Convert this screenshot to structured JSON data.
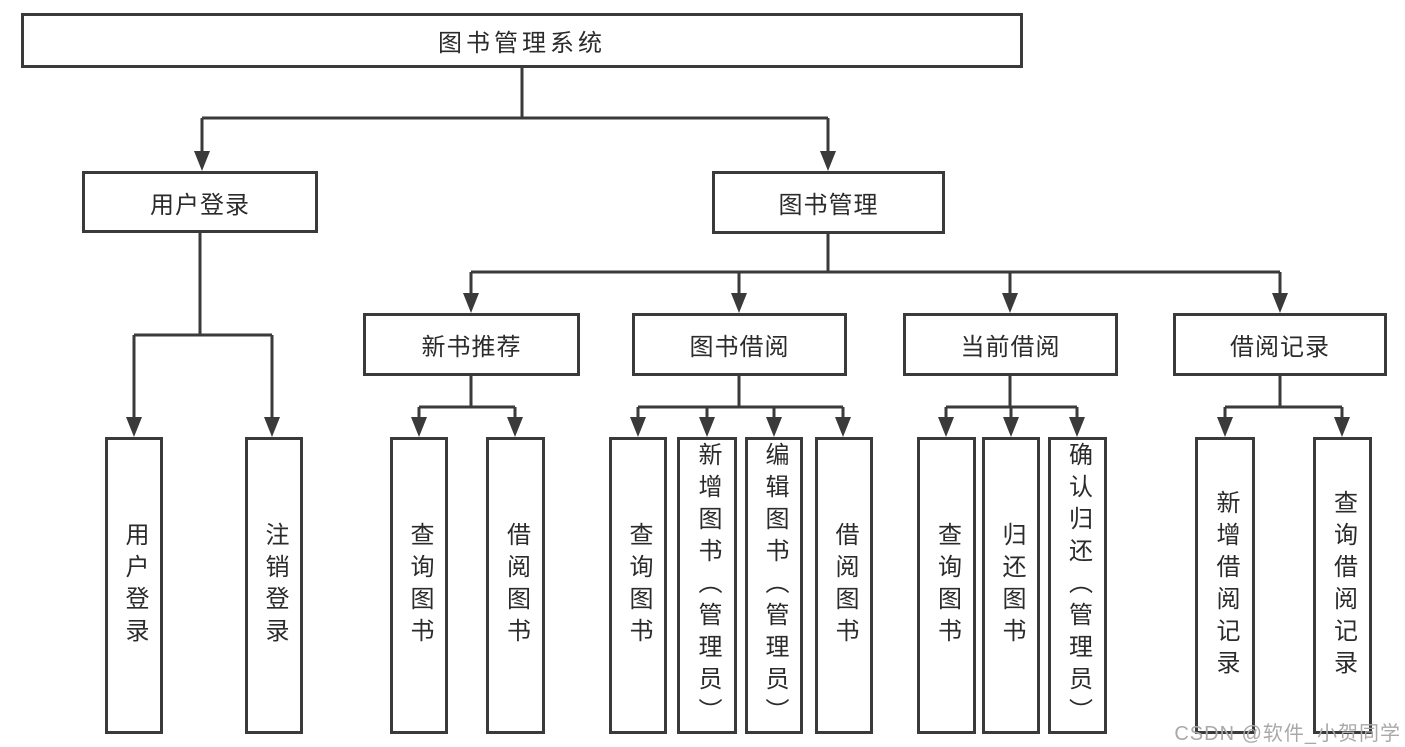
{
  "nodes": {
    "root": {
      "label": "图书管理系统"
    },
    "user_login": {
      "label": "用户登录"
    },
    "book_management": {
      "label": "图书管理"
    },
    "new_book_recommend": {
      "label": "新书推荐"
    },
    "book_borrowing": {
      "label": "图书借阅"
    },
    "current_borrowing": {
      "label": "当前借阅"
    },
    "borrowing_records": {
      "label": "借阅记录"
    },
    "leaf_user_login": {
      "label": "用户登录"
    },
    "leaf_logout": {
      "label": "注销登录"
    },
    "leaf_query_book_recommend": {
      "label": "查询图书"
    },
    "leaf_borrow_book_recommend": {
      "label": "借阅图书"
    },
    "leaf_query_book_borrowing": {
      "label": "查询图书"
    },
    "leaf_add_book_admin": {
      "label": "新增图书（管理员）"
    },
    "leaf_edit_book_admin": {
      "label": "编辑图书（管理员）"
    },
    "leaf_borrow_book_borrowing": {
      "label": "借阅图书"
    },
    "leaf_query_book_current": {
      "label": "查询图书"
    },
    "leaf_return_book": {
      "label": "归还图书"
    },
    "leaf_confirm_return_admin": {
      "label": "确认归还（管理员）"
    },
    "leaf_add_borrow_record": {
      "label": "新增借阅记录"
    },
    "leaf_query_borrow_record": {
      "label": "查询借阅记录"
    }
  },
  "watermark": {
    "text": "CSDN @软件_小贺同学"
  },
  "colors": {
    "line": "#3a3a3a",
    "box_border": "#3a3a3a",
    "text": "#2b2b2b",
    "watermark": "#a9a9a9",
    "background": "#ffffff"
  }
}
